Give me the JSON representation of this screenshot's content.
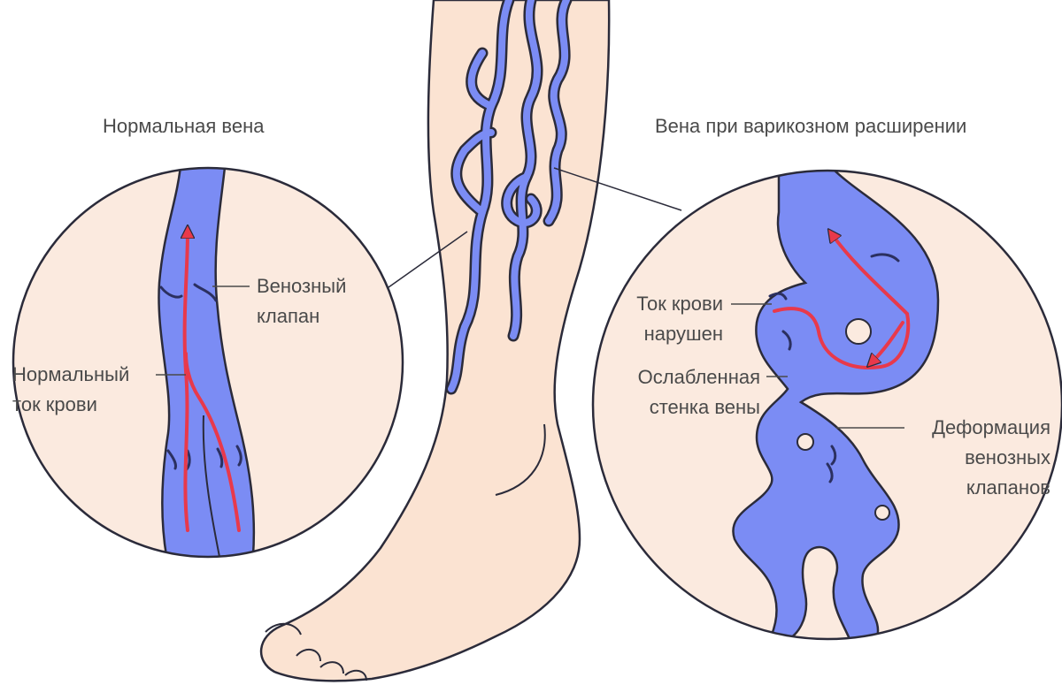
{
  "titles": {
    "normal": "Нормальная вена",
    "varicose": "Вена при варикозном расширении"
  },
  "labels": {
    "valve": "Венозный\nклапан",
    "normal_flow": "Нормальный\nток крови",
    "flow_disrupted": "Ток крови\nнарушен",
    "weak_wall": "Ослабленная\nстенка вены",
    "valve_deformation": "Деформация\nвенозных\nклапанов"
  },
  "colors": {
    "skin": "#fbe3d2",
    "circle_bg": "#fbeadf",
    "vein": "#7b8cf4",
    "outline": "#2b2b3a",
    "flow": "#e8394b",
    "text": "#4a4a4a"
  }
}
